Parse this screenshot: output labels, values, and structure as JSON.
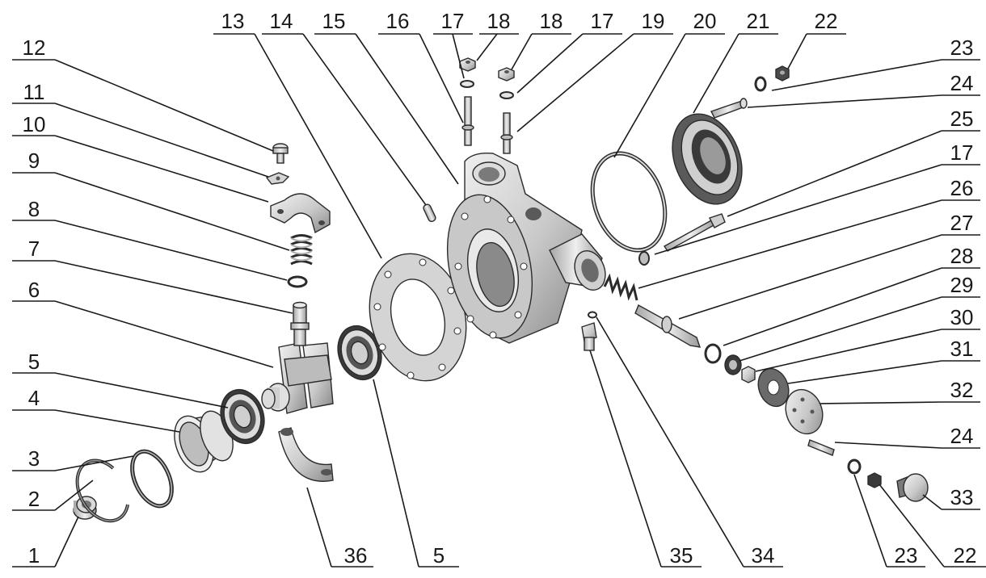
{
  "diagram": {
    "colors": {
      "text": "#1a1a1a",
      "line": "#1a1a1a",
      "metal_light": "#e6e6e6",
      "metal_mid": "#bdbdbd",
      "metal_dark": "#6f6f6f",
      "gasket": "#d4d4d4"
    },
    "callouts": [
      {
        "id": "c1",
        "label": "1"
      },
      {
        "id": "c2",
        "label": "2"
      },
      {
        "id": "c3",
        "label": "3"
      },
      {
        "id": "c4",
        "label": "4"
      },
      {
        "id": "c5a",
        "label": "5"
      },
      {
        "id": "c6",
        "label": "6"
      },
      {
        "id": "c7",
        "label": "7"
      },
      {
        "id": "c8",
        "label": "8"
      },
      {
        "id": "c9",
        "label": "9"
      },
      {
        "id": "c10",
        "label": "10"
      },
      {
        "id": "c11",
        "label": "11"
      },
      {
        "id": "c12",
        "label": "12"
      },
      {
        "id": "c13",
        "label": "13"
      },
      {
        "id": "c14",
        "label": "14"
      },
      {
        "id": "c15",
        "label": "15"
      },
      {
        "id": "c16",
        "label": "16"
      },
      {
        "id": "c17a",
        "label": "17"
      },
      {
        "id": "c18a",
        "label": "18"
      },
      {
        "id": "c18b",
        "label": "18"
      },
      {
        "id": "c17b",
        "label": "17"
      },
      {
        "id": "c19",
        "label": "19"
      },
      {
        "id": "c20",
        "label": "20"
      },
      {
        "id": "c21",
        "label": "21"
      },
      {
        "id": "c22a",
        "label": "22"
      },
      {
        "id": "c23a",
        "label": "23"
      },
      {
        "id": "c24a",
        "label": "24"
      },
      {
        "id": "c25",
        "label": "25"
      },
      {
        "id": "c17c",
        "label": "17"
      },
      {
        "id": "c26",
        "label": "26"
      },
      {
        "id": "c27",
        "label": "27"
      },
      {
        "id": "c28",
        "label": "28"
      },
      {
        "id": "c29",
        "label": "29"
      },
      {
        "id": "c30",
        "label": "30"
      },
      {
        "id": "c31",
        "label": "31"
      },
      {
        "id": "c32",
        "label": "32"
      },
      {
        "id": "c24b",
        "label": "24"
      },
      {
        "id": "c33",
        "label": "33"
      },
      {
        "id": "c22b",
        "label": "22"
      },
      {
        "id": "c23b",
        "label": "23"
      },
      {
        "id": "c34",
        "label": "34"
      },
      {
        "id": "c35",
        "label": "35"
      },
      {
        "id": "c5b",
        "label": "5"
      },
      {
        "id": "c36",
        "label": "36"
      }
    ]
  }
}
